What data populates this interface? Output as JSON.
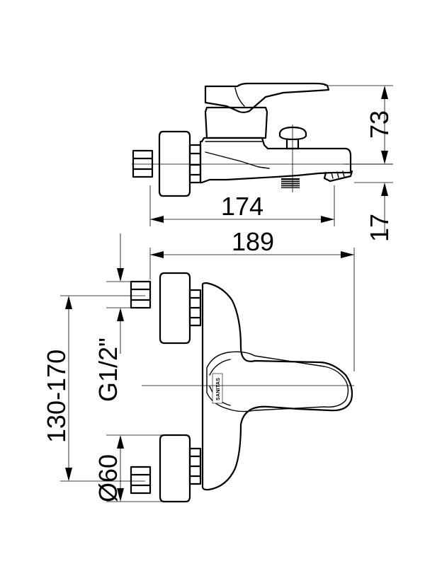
{
  "dimensions": {
    "top_height": "73",
    "spout_drop": "17",
    "depth_wall": "174",
    "depth_total": "189",
    "center_distance": "130-170",
    "thread": "G1/2\"",
    "rosette": "Ø60"
  },
  "brand": {
    "text": "SANITAS"
  }
}
